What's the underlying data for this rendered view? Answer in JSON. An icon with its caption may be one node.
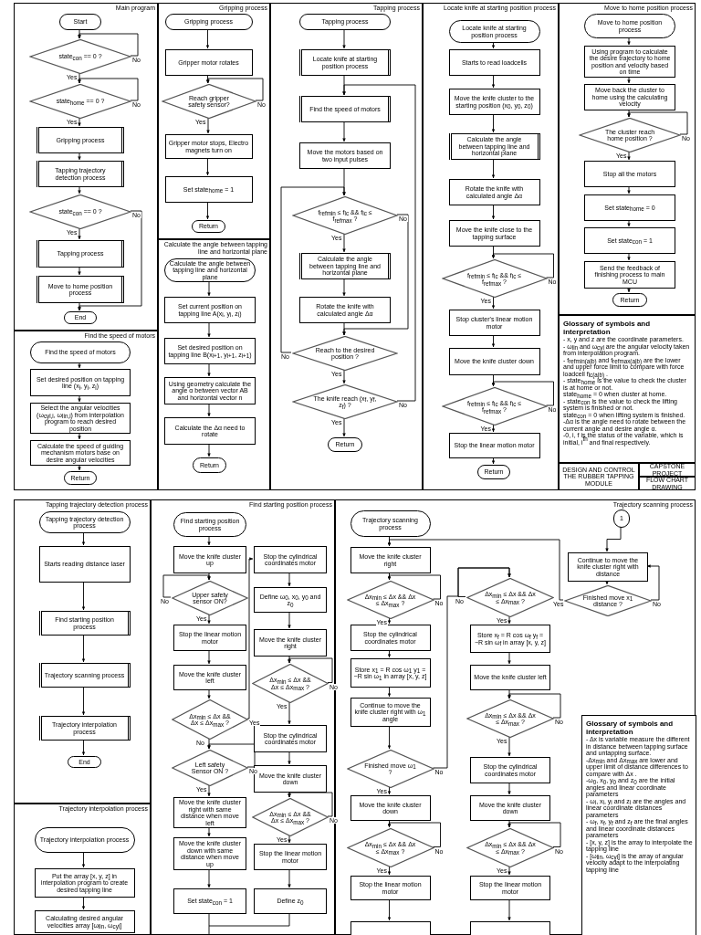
{
  "diagram": {
    "nodes": [
      {
        "text": [
          "Main program"
        ]
      },
      {
        "text": [
          "Start"
        ],
        "in": 0
      },
      {
        "text": [
          "state$_{con}$ == 0 ?"
        ],
        "in": 0
      },
      {
        "text": [
          "state$_{home}$ == 0 ?"
        ],
        "in": 0
      },
      {
        "text": [
          "Gripping process"
        ],
        "in": 0
      },
      {
        "text": [
          "Tapping trajectory detection process"
        ],
        "in": 0
      },
      {
        "text": [
          "state$_{con}$ == 0 ?"
        ],
        "in": 0
      },
      {
        "text": [
          "Tapping process"
        ],
        "in": 0
      },
      {
        "text": [
          "Move to home position process"
        ],
        "in": 0
      },
      {
        "text": [
          "End"
        ],
        "in": 0
      },
      {
        "text": [
          "Find the speed of motors"
        ]
      },
      {
        "text": [
          "Find the speed of motors"
        ],
        "in": 10
      },
      {
        "text": [
          "Set desired position on tapping line (x$_{i}$, y$_{i}$, z$_{i}$)"
        ],
        "in": 10
      },
      {
        "text": [
          "Select the angular velocities (ω$_{cyl,i}$, ω$_{lin,i}$) from interpolation program to reach desired position"
        ],
        "in": 10
      },
      {
        "text": [
          "Calculate the speed of guiding mechanism motors base on desire angular velocities"
        ],
        "in": 10
      },
      {
        "text": [
          "Return"
        ],
        "in": 10
      },
      {
        "text": [
          "Gripping process"
        ]
      },
      {
        "text": [
          "Gripping process"
        ],
        "in": 16
      },
      {
        "text": [
          "Gripper motor rotates"
        ],
        "in": 16
      },
      {
        "text": [
          "Reach gripper safety sensor?"
        ],
        "in": 16
      },
      {
        "text": [
          "Gripper motor stops, Electro magnets turn on"
        ],
        "in": 16
      },
      {
        "text": [
          "Set state$_{home}$ = 1"
        ],
        "in": 16
      },
      {
        "text": [
          "Return"
        ],
        "in": 16
      },
      {
        "text": [
          "Calculate the angle between tapping line and horizontal plane"
        ]
      },
      {
        "text": [
          "Calculate the angle between tapping line and horizontal plane"
        ],
        "in": 23
      },
      {
        "text": [
          "Set current position on tapping line A(x$_{i}$, y$_{i}$, z$_{i}$)"
        ],
        "in": 23
      },
      {
        "text": [
          "Set desired position on tapping line B(x$_{i+1}$, y$_{i+1}$, z$_{i+1}$)"
        ],
        "in": 23
      },
      {
        "text": [
          "Using geometry calculate the angle α between vector AB and horizontal vector n"
        ],
        "in": 23
      },
      {
        "text": [
          "Calculate the Δα need to rotate"
        ],
        "in": 23
      },
      {
        "text": [
          "Return"
        ],
        "in": 23
      },
      {
        "text": [
          "Tapping process"
        ]
      },
      {
        "text": [
          "Tapping process"
        ],
        "in": 30
      },
      {
        "text": [
          "Locate knife at starting position process"
        ],
        "in": 30
      },
      {
        "text": [
          "Find the speed of motors"
        ],
        "in": 30
      },
      {
        "text": [
          "Move the motors based on two input pulses"
        ],
        "in": 30
      },
      {
        "text": [
          "f$_{refmin}$ ≤ f$_{lc}$ && f$_{lc}$ ≤ f$_{refmax}$ ?"
        ],
        "in": 30
      },
      {
        "text": [
          "Calculate the angle between tapping line and horizontal plane"
        ],
        "in": 30
      },
      {
        "text": [
          "Rotate the knife with calculated angle Δα"
        ],
        "in": 30
      },
      {
        "text": [
          "Reach to the desired position ?"
        ],
        "in": 30
      },
      {
        "text": [
          "The knife reach (x$_{f}$, y$_{f}$, z$_{f}$) ?"
        ],
        "in": 30
      },
      {
        "text": [
          "Return"
        ],
        "in": 30
      },
      {
        "text": [
          "Locate knife at starting position process"
        ]
      },
      {
        "text": [
          "Locate knife at starting position process"
        ],
        "in": 41
      },
      {
        "text": [
          "Starts to read loadcells"
        ],
        "in": 41
      },
      {
        "text": [
          "Move the knife cluster to the starting position (x$_{0}$, y$_{0}$, z$_{0}$)"
        ],
        "in": 41
      },
      {
        "text": [
          "Calculate the angle between tapping line and horizontal plane"
        ],
        "in": 41
      },
      {
        "text": [
          "Rotate the knife with calculated angle Δα"
        ],
        "in": 41
      },
      {
        "text": [
          "Move the knife close to the tapping surface"
        ],
        "in": 41
      },
      {
        "text": [
          "f$_{refmin}$ ≤ f$_{lc}$ && f$_{lc}$ ≤ f$_{refmax}$ ?"
        ],
        "in": 41
      },
      {
        "text": [
          "Stop cluster's linear motion motor"
        ],
        "in": 41
      },
      {
        "text": [
          "Move the knife cluster down"
        ],
        "in": 41
      },
      {
        "text": [
          "f$_{refmin}$ ≤ f$_{lc}$ && f$_{lc}$ ≤ f$_{refmax}$ ?"
        ],
        "in": 41
      },
      {
        "text": [
          "Stop the linear motion motor"
        ],
        "in": 41
      },
      {
        "text": [
          "Return"
        ],
        "in": 41
      },
      {
        "text": [
          "Move to home position process"
        ]
      },
      {
        "text": [
          "Move to home position process"
        ],
        "in": 54
      },
      {
        "text": [
          "Using program to calculate the desire trajectory to home position and velocity based on time"
        ],
        "in": 54
      },
      {
        "text": [
          "Move back the cluster to home using the calculating velocity"
        ],
        "in": 54
      },
      {
        "text": [
          "The cluster reach home position ?"
        ],
        "in": 54
      },
      {
        "text": [
          "Stop all the motors"
        ],
        "in": 54
      },
      {
        "text": [
          "Set state$_{home}$ = 0"
        ],
        "in": 54
      },
      {
        "text": [
          "Set state$_{con}$ = 1"
        ],
        "in": 54
      },
      {
        "text": [
          "Send the feedback of finishing process to main MCU"
        ],
        "in": 54
      },
      {
        "text": [
          "Return"
        ],
        "in": 54
      },
      {
        "text": [
          "Glossary of symbols and interpretation",
          "- x, y and z are the coordinate parameters.",
          "- ω$_{lin}$ and ω$_{cyl}$ are the angular velocity taken from interpolation program.",
          "- f$_{refmin(a|b)}$ and f$_{refmax(a|b)}$ are the lower and upper force limit to compare with force loadcell f$_{lc(a|b)}$ .",
          "- state$_{home}$ is the value to check the cluster is at home or not.",
          "state$_{home}$ = 0 when cluster at home.",
          "- state$_{con}$ is the value to check the lifting system is finished or not.",
          "state$_{con}$ = 0 when lifting system is finished.",
          "-Δα is the angle need to rotate between the current angle and desire angle α.",
          "-0, i, f is the status of the variable, which is initial, i$^{th}$ and final respectively."
        ]
      },
      {
        "text": [
          "Tapping trajectory detection process"
        ]
      },
      {
        "text": [
          "Tapping trajectory detection process"
        ],
        "in": 65
      },
      {
        "text": [
          "Starts reading distance laser"
        ],
        "in": 65
      },
      {
        "text": [
          "Find starting position process"
        ],
        "in": 65
      },
      {
        "text": [
          "Trajectory scanning process"
        ],
        "in": 65
      },
      {
        "text": [
          "Trajectory interpolation process"
        ],
        "in": 65
      },
      {
        "text": [
          "End"
        ],
        "in": 65
      },
      {
        "text": [
          "Trajectory interpolation process"
        ]
      },
      {
        "text": [
          "Trajectory interpolation process"
        ],
        "in": 72
      },
      {
        "text": [
          "Put the array [x, y, z] in interpolation program to create desired tapping line"
        ],
        "in": 72
      },
      {
        "text": [
          "Calculating desired angular velocities array [ω$_{lin}$, ω$_{cyl}$]"
        ],
        "in": 72
      },
      {
        "text": [
          "Find starting position process"
        ]
      },
      {
        "text": [
          "Find starting position process"
        ],
        "in": 76
      },
      {
        "text": [
          "Move the knife cluster up"
        ],
        "in": 76
      },
      {
        "text": [
          "Upper safety sensor ON?"
        ],
        "in": 76
      },
      {
        "text": [
          "Stop the linear motion motor"
        ],
        "in": 76
      },
      {
        "text": [
          "Move the knife cluster left"
        ],
        "in": 76
      },
      {
        "text": [
          "Δx$_{min}$ ≤ Δx && Δx ≤ Δx$_{max}$ ?"
        ],
        "in": 76
      },
      {
        "text": [
          "Left safety Sensor ON ?"
        ],
        "in": 76
      },
      {
        "text": [
          "Move the knife cluster right with same distance when move left"
        ],
        "in": 76
      },
      {
        "text": [
          "Move the knife cluster down with same distance when move up"
        ],
        "in": 76
      },
      {
        "text": [
          "Set state$_{con}$ = 1"
        ],
        "in": 76
      },
      {
        "text": [
          "Stop the cylindrical coordinates motor"
        ],
        "in": 76
      },
      {
        "text": [
          "Define ω$_{0}$, x$_{0}$, y$_{0}$ and z$_{0}$"
        ],
        "in": 76
      },
      {
        "text": [
          "Move the knife cluster right"
        ],
        "in": 76
      },
      {
        "text": [
          "Δx$_{min}$ ≤ Δx && Δx ≤ Δx$_{max}$ ?"
        ],
        "in": 76
      },
      {
        "text": [
          "Stop the cylindrical coordinates motor"
        ],
        "in": 76
      },
      {
        "text": [
          "Move the knife cluster down"
        ],
        "in": 76
      },
      {
        "text": [
          "Δx$_{min}$ ≤ Δx && Δx ≤ Δx$_{max}$ ?"
        ],
        "in": 76
      },
      {
        "text": [
          "Stop the linear motion motor"
        ],
        "in": 76
      },
      {
        "text": [
          "Define z$_{0}$"
        ],
        "in": 76
      },
      {
        "text": [
          "Trajectory scanning process"
        ]
      },
      {
        "text": [
          "Trajectory scanning process"
        ],
        "in": 96
      },
      {
        "text": [
          "Move the knife cluster right"
        ],
        "in": 96
      },
      {
        "text": [
          "Δx$_{min}$ ≤ Δx && Δx ≤ Δx$_{max}$ ?"
        ],
        "in": 96
      },
      {
        "text": [
          "Stop the cylindrical coordinates motor"
        ],
        "in": 96
      },
      {
        "text": [
          "Store x$_{1}$ = R cos ω$_{1}$ y$_{1}$ = −R sin ω$_{1}$ in array [x, y, z]"
        ],
        "in": 96
      },
      {
        "text": [
          "Continue to move the knife cluster right with ω$_{1}$ angle"
        ],
        "in": 96
      },
      {
        "text": [
          "Finished move ω$_{1}$ ?"
        ],
        "in": 96
      },
      {
        "text": [
          "Move the knife cluster down"
        ],
        "in": 96
      },
      {
        "text": [
          "Δx$_{min}$ ≤ Δx && Δx ≤ Δx$_{max}$ ?"
        ],
        "in": 96
      },
      {
        "text": [
          "Stop the linear motion motor"
        ],
        "in": 96
      },
      {
        "text": [],
        "shape": "box",
        "in": 96
      },
      {
        "text": [
          "Δx$_{min}$ ≤ Δx && Δx ≤ Δx$_{max}$ ?"
        ],
        "in": 96
      },
      {
        "text": [
          "Store x$_{f}$ = R cos ω$_{f}$ y$_{f}$ = −R sin ω$_{f}$ in array [x, y, z]"
        ],
        "in": 96
      },
      {
        "text": [
          "Move the knife cluster left"
        ],
        "in": 96
      },
      {
        "text": [
          "Δx$_{min}$ ≤ Δx && Δx ≤ Δx$_{max}$ ?"
        ],
        "in": 96
      },
      {
        "text": [
          "Stop the cylindrical coordinates motor"
        ],
        "in": 96
      },
      {
        "text": [
          "Move the knife cluster down"
        ],
        "in": 96
      },
      {
        "text": [
          "Δx$_{min}$ ≤ Δx && Δx ≤ Δx$_{max}$ ?"
        ],
        "in": 96
      },
      {
        "text": [
          "Stop the linear motion motor"
        ],
        "in": 96
      },
      {
        "text": [],
        "shape": "box",
        "in": 96
      },
      {
        "text": [
          "1"
        ],
        "in": 96
      },
      {
        "text": [
          "Continue to move the knife cluster right with distance"
        ],
        "in": 96
      },
      {
        "text": [
          "Finished move x$_{1}$ distance ?"
        ],
        "in": 96
      },
      {
        "text": [
          "Glossary of symbols and interpretation",
          "- Δx is variable measure the different in distance between tapping surface and untapping surface.",
          "-Δx$_{min}$ and Δx$_{max}$ are lower and upper limit of distance differences to compare with Δx .",
          "-ω$_{0}$, x$_{0}$, y$_{0}$ and z$_{0}$ are the initial angles and linear coordinate parameters",
          "- ω$_{i}$, x$_{i}$, y$_{i}$ and z$_{i}$ are the angles and linear coordinate distances parameters",
          "- ω$_{f}$, x$_{f}$, y$_{f}$ and z$_{f}$ are the final angles and linear coordinate distances parameters",
          "- [x, y, z] is the array to interpolate the tapping line",
          "- [ω$_{lin}$, ω$_{cyl}$] is the array of angular velocity adapt to the interpolating tapping line"
        ],
        "in": 96
      }
    ],
    "edges": [
      {
        "from": 1,
        "to": 2,
        "arrow": "to"
      },
      {
        "from": 2,
        "to": 2,
        "arrow": "to",
        "label": "No"
      },
      {
        "from": 2,
        "to": 3,
        "arrow": "to",
        "label": "Yes"
      },
      {
        "from": 3,
        "to": 3,
        "arrow": "to",
        "label": "No"
      },
      {
        "from": 3,
        "to": 4,
        "arrow": "to",
        "label": "Yes"
      },
      {
        "from": 4,
        "to": 5,
        "arrow": "to"
      },
      {
        "from": 5,
        "to": 6,
        "arrow": "to"
      },
      {
        "from": 6,
        "to": 7,
        "arrow": "to",
        "label": "Yes"
      },
      {
        "from": 6,
        "to": 9,
        "arrow": "to",
        "label": "No"
      },
      {
        "from": 7,
        "to": 8,
        "arrow": "to"
      },
      {
        "from": 8,
        "to": 9,
        "arrow": "to"
      },
      {
        "from": 11,
        "to": 12,
        "arrow": "to"
      },
      {
        "from": 12,
        "to": 13,
        "arrow": "to"
      },
      {
        "from": 13,
        "to": 14,
        "arrow": "to"
      },
      {
        "from": 14,
        "to": 15,
        "arrow": "to"
      },
      {
        "from": 17,
        "to": 18,
        "arrow": "to"
      },
      {
        "from": 18,
        "to": 19,
        "arrow": "to"
      },
      {
        "from": 19,
        "to": 19,
        "arrow": "to",
        "label": "No"
      },
      {
        "from": 19,
        "to": 20,
        "arrow": "to",
        "label": "Yes"
      },
      {
        "from": 20,
        "to": 21,
        "arrow": "to"
      },
      {
        "from": 21,
        "to": 22,
        "arrow": "to"
      },
      {
        "from": 24,
        "to": 25,
        "arrow": "to"
      },
      {
        "from": 25,
        "to": 26,
        "arrow": "to"
      },
      {
        "from": 26,
        "to": 27,
        "arrow": "to"
      },
      {
        "from": 27,
        "to": 28,
        "arrow": "to"
      },
      {
        "from": 28,
        "to": 29,
        "arrow": "to"
      },
      {
        "from": 31,
        "to": 32,
        "arrow": "to"
      },
      {
        "from": 32,
        "to": 33,
        "arrow": "to"
      },
      {
        "from": 33,
        "to": 34,
        "arrow": "to"
      },
      {
        "from": 34,
        "to": 35,
        "arrow": "to"
      },
      {
        "from": 35,
        "to": 36,
        "arrow": "to",
        "label": "Yes"
      },
      {
        "from": 35,
        "to": 38,
        "arrow": "to",
        "label": "No"
      },
      {
        "from": 36,
        "to": 37,
        "arrow": "to"
      },
      {
        "from": 37,
        "to": 38,
        "arrow": "to"
      },
      {
        "from": 38,
        "to": 35,
        "arrow": "to",
        "label": "No"
      },
      {
        "from": 38,
        "to": 39,
        "arrow": "to",
        "label": "Yes"
      },
      {
        "from": 39,
        "to": 33,
        "arrow": "to",
        "label": "No"
      },
      {
        "from": 39,
        "to": 40,
        "arrow": "to",
        "label": "Yes"
      },
      {
        "from": 42,
        "to": 43,
        "arrow": "to"
      },
      {
        "from": 43,
        "to": 44,
        "arrow": "to"
      },
      {
        "from": 44,
        "to": 45,
        "arrow": "to"
      },
      {
        "from": 45,
        "to": 46,
        "arrow": "to"
      },
      {
        "from": 46,
        "to": 47,
        "arrow": "to"
      },
      {
        "from": 47,
        "to": 48,
        "arrow": "to"
      },
      {
        "from": 48,
        "to": 48,
        "arrow": "to",
        "label": "No"
      },
      {
        "from": 48,
        "to": 49,
        "arrow": "to",
        "label": "Yes"
      },
      {
        "from": 49,
        "to": 50,
        "arrow": "to"
      },
      {
        "from": 50,
        "to": 51,
        "arrow": "to"
      },
      {
        "from": 51,
        "to": 51,
        "arrow": "to",
        "label": "No"
      },
      {
        "from": 51,
        "to": 52,
        "arrow": "to",
        "label": "Yes"
      },
      {
        "from": 52,
        "to": 53,
        "arrow": "to"
      },
      {
        "from": 55,
        "to": 56,
        "arrow": "to"
      },
      {
        "from": 56,
        "to": 57,
        "arrow": "to"
      },
      {
        "from": 57,
        "to": 58,
        "arrow": "to"
      },
      {
        "from": 58,
        "to": 58,
        "arrow": "to",
        "label": "No"
      },
      {
        "from": 58,
        "to": 59,
        "arrow": "to",
        "label": "Yes"
      },
      {
        "from": 59,
        "to": 60,
        "arrow": "to"
      },
      {
        "from": 60,
        "to": 61,
        "arrow": "to"
      },
      {
        "from": 61,
        "to": 62,
        "arrow": "to"
      },
      {
        "from": 62,
        "to": 63,
        "arrow": "to"
      },
      {
        "from": 66,
        "to": 67,
        "arrow": "to"
      },
      {
        "from": 67,
        "to": 68,
        "arrow": "to"
      },
      {
        "from": 68,
        "to": 69,
        "arrow": "to"
      },
      {
        "from": 69,
        "to": 70,
        "arrow": "to"
      },
      {
        "from": 70,
        "to": 71,
        "arrow": "to"
      },
      {
        "from": 73,
        "to": 74,
        "arrow": "to"
      },
      {
        "from": 74,
        "to": 75,
        "arrow": "to"
      },
      {
        "from": 77,
        "to": 78,
        "arrow": "to"
      },
      {
        "from": 78,
        "to": 79,
        "arrow": "to"
      },
      {
        "from": 79,
        "to": 79,
        "arrow": "to",
        "label": "No"
      },
      {
        "from": 79,
        "to": 80,
        "arrow": "to",
        "label": "Yes"
      },
      {
        "from": 80,
        "to": 81,
        "arrow": "to"
      },
      {
        "from": 81,
        "to": 82,
        "arrow": "to"
      },
      {
        "from": 82,
        "to": 87,
        "arrow": "to",
        "label": "Yes"
      },
      {
        "from": 82,
        "to": 83,
        "arrow": "to",
        "label": "No"
      },
      {
        "from": 83,
        "to": 83,
        "arrow": "to",
        "label": "No"
      },
      {
        "from": 83,
        "to": 84,
        "arrow": "to",
        "label": "Yes"
      },
      {
        "from": 84,
        "to": 85,
        "arrow": "to"
      },
      {
        "from": 85,
        "to": 86,
        "arrow": "to"
      },
      {
        "from": 86,
        "to": null,
        "arrow": "none"
      },
      {
        "from": 95,
        "to": null,
        "arrow": "none"
      },
      {
        "from": 87,
        "to": 88,
        "arrow": "to"
      },
      {
        "from": 88,
        "to": 89,
        "arrow": "to"
      },
      {
        "from": 89,
        "to": 90,
        "arrow": "to"
      },
      {
        "from": 90,
        "to": 90,
        "arrow": "to",
        "label": "No"
      },
      {
        "from": 90,
        "to": 91,
        "arrow": "to",
        "label": "Yes"
      },
      {
        "from": 91,
        "to": 92,
        "arrow": "to"
      },
      {
        "from": 92,
        "to": 93,
        "arrow": "to"
      },
      {
        "from": 93,
        "to": 93,
        "arrow": "to",
        "label": "No"
      },
      {
        "from": 93,
        "to": 94,
        "arrow": "to",
        "label": "Yes"
      },
      {
        "from": 94,
        "to": 95,
        "arrow": "to"
      },
      {
        "from": 97,
        "to": 98,
        "arrow": "to"
      },
      {
        "from": 98,
        "to": 99,
        "arrow": "to"
      },
      {
        "from": 99,
        "to": 99,
        "arrow": "to",
        "label": "No"
      },
      {
        "from": 99,
        "to": 100,
        "arrow": "to",
        "label": "Yes"
      },
      {
        "from": 100,
        "to": 101,
        "arrow": "to"
      },
      {
        "from": 101,
        "to": 102,
        "arrow": "to"
      },
      {
        "from": 102,
        "to": 103,
        "arrow": "to"
      },
      {
        "from": 103,
        "to": 108,
        "arrow": "to",
        "label": "No"
      },
      {
        "from": 108,
        "to": 108,
        "arrow": "to",
        "label": "No"
      },
      {
        "from": 103,
        "to": 104,
        "arrow": "to",
        "label": "Yes"
      },
      {
        "from": 104,
        "to": 105,
        "arrow": "to"
      },
      {
        "from": 105,
        "to": 105,
        "arrow": "to",
        "label": "No"
      },
      {
        "from": 105,
        "to": 106,
        "arrow": "to",
        "label": "Yes"
      },
      {
        "from": 106,
        "to": 107,
        "arrow": "to"
      },
      {
        "from": 108,
        "to": 109,
        "arrow": "to",
        "label": "Yes"
      },
      {
        "from": 109,
        "to": 110,
        "arrow": "to"
      },
      {
        "from": 110,
        "to": 111,
        "arrow": "to"
      },
      {
        "from": 111,
        "to": 111,
        "arrow": "to",
        "label": "No"
      },
      {
        "from": 111,
        "to": 112,
        "arrow": "to",
        "label": "Yes"
      },
      {
        "from": 112,
        "to": 113,
        "arrow": "to"
      },
      {
        "from": 113,
        "to": 114,
        "arrow": "to"
      },
      {
        "from": 114,
        "to": 114,
        "arrow": "to",
        "label": "No"
      },
      {
        "from": 114,
        "to": 115,
        "arrow": "to",
        "label": "Yes"
      },
      {
        "from": 115,
        "to": 116,
        "arrow": "to"
      },
      {
        "from": 117,
        "to": 118,
        "arrow": "to"
      },
      {
        "from": 118,
        "to": 119,
        "arrow": "to"
      },
      {
        "from": 119,
        "to": 118,
        "arrow": "to",
        "label": "No"
      },
      {
        "from": 119,
        "to": 98,
        "arrow": "to",
        "label": "Yes"
      }
    ],
    "labels": [
      "DESIGN AND CONTROL THE RUBBER TAPPING MODULE",
      "CAPSTONE PROJECT",
      "FLOW CHART DRAWING"
    ]
  }
}
